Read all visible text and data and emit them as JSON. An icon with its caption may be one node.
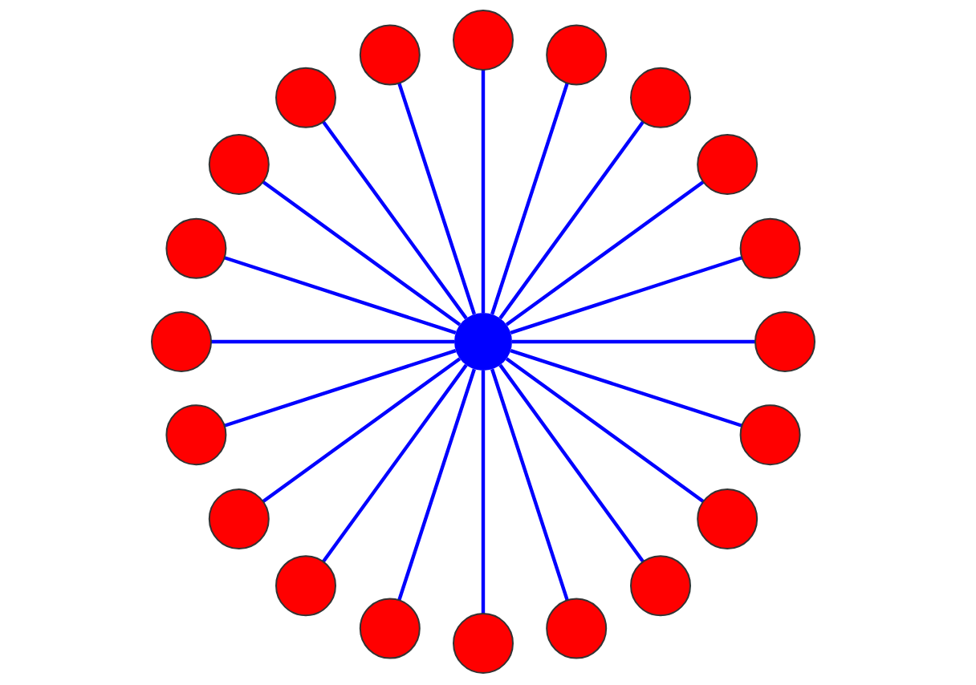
{
  "diagram": {
    "nodes": [
      {
        "text": [],
        "shape": "circle"
      },
      {
        "text": [],
        "shape": "circle"
      },
      {
        "text": [],
        "shape": "circle"
      },
      {
        "text": [],
        "shape": "circle"
      },
      {
        "text": [],
        "shape": "circle"
      },
      {
        "text": [],
        "shape": "circle"
      },
      {
        "text": [],
        "shape": "circle"
      },
      {
        "text": [],
        "shape": "circle"
      },
      {
        "text": [],
        "shape": "circle"
      },
      {
        "text": [],
        "shape": "circle"
      },
      {
        "text": [],
        "shape": "circle"
      },
      {
        "text": [],
        "shape": "circle"
      },
      {
        "text": [],
        "shape": "circle"
      },
      {
        "text": [],
        "shape": "circle"
      },
      {
        "text": [],
        "shape": "circle"
      },
      {
        "text": [],
        "shape": "circle"
      },
      {
        "text": [],
        "shape": "circle"
      },
      {
        "text": [],
        "shape": "circle"
      },
      {
        "text": [],
        "shape": "circle"
      },
      {
        "text": [],
        "shape": "circle"
      },
      {
        "text": [],
        "shape": "circle"
      }
    ],
    "edges": [
      {
        "from": 10,
        "to": 0,
        "arrow": "none"
      },
      {
        "from": 10,
        "to": 1,
        "arrow": "none"
      },
      {
        "from": 10,
        "to": 2,
        "arrow": "none"
      },
      {
        "from": 10,
        "to": 3,
        "arrow": "none"
      },
      {
        "from": 10,
        "to": 4,
        "arrow": "none"
      },
      {
        "from": 10,
        "to": 5,
        "arrow": "none"
      },
      {
        "from": 10,
        "to": 6,
        "arrow": "none"
      },
      {
        "from": 10,
        "to": 7,
        "arrow": "none"
      },
      {
        "from": 10,
        "to": 8,
        "arrow": "none"
      },
      {
        "from": 10,
        "to": 9,
        "arrow": "none"
      },
      {
        "from": 10,
        "to": 11,
        "arrow": "none"
      },
      {
        "from": 10,
        "to": 12,
        "arrow": "none"
      },
      {
        "from": 10,
        "to": 13,
        "arrow": "none"
      },
      {
        "from": 10,
        "to": 14,
        "arrow": "none"
      },
      {
        "from": 10,
        "to": 15,
        "arrow": "none"
      },
      {
        "from": 10,
        "to": 16,
        "arrow": "none"
      },
      {
        "from": 10,
        "to": 17,
        "arrow": "none"
      },
      {
        "from": 10,
        "to": 18,
        "arrow": "none"
      },
      {
        "from": 10,
        "to": 19,
        "arrow": "none"
      },
      {
        "from": 10,
        "to": 20,
        "arrow": "none"
      }
    ]
  }
}
